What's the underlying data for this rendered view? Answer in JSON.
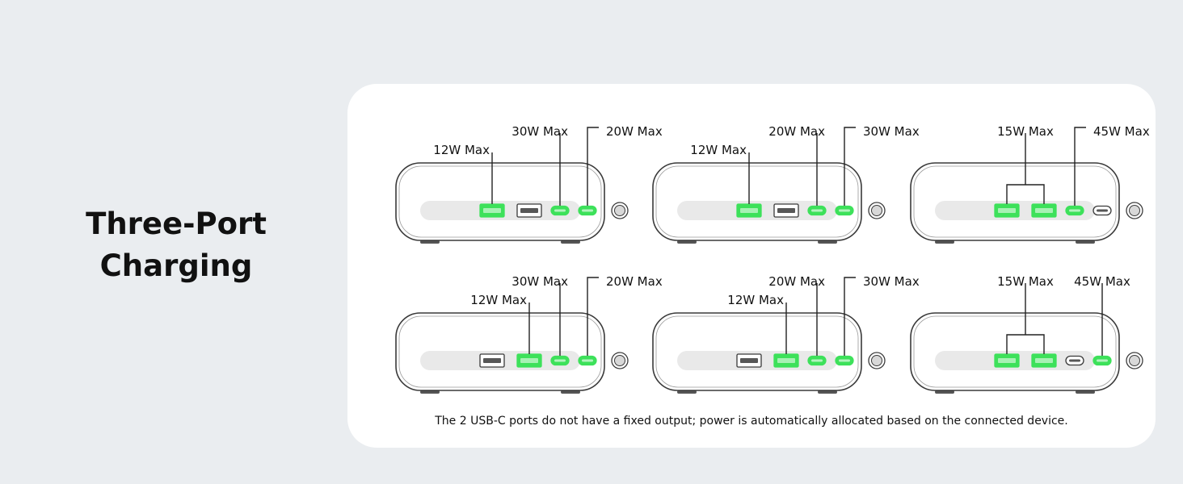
{
  "headline": {
    "line1": "Three-Port",
    "line2": "Charging"
  },
  "colors": {
    "active_port": "#3de15a",
    "outline": "#3a3a3a",
    "background": "#eaedf0",
    "panel": "#ffffff"
  },
  "configs": [
    {
      "ports": [
        "usb-a-active",
        "usb-a",
        "usb-c-active",
        "usb-c-active",
        "button"
      ],
      "labels": [
        {
          "text": "12W Max",
          "port": 0,
          "style": "left-low"
        },
        {
          "text": "30W Max",
          "port": 2,
          "style": "left"
        },
        {
          "text": "20W Max",
          "port": 3,
          "style": "right"
        }
      ]
    },
    {
      "ports": [
        "usb-a-active",
        "usb-a",
        "usb-c-active",
        "usb-c-active",
        "button"
      ],
      "labels": [
        {
          "text": "12W Max",
          "port": 0,
          "style": "left-low"
        },
        {
          "text": "20W Max",
          "port": 2,
          "style": "left"
        },
        {
          "text": "30W Max",
          "port": 3,
          "style": "right"
        }
      ]
    },
    {
      "ports": [
        "usb-a-active",
        "usb-a-active",
        "usb-c-active",
        "usb-c",
        "button"
      ],
      "labels": [
        {
          "text": "15W Max",
          "ports": [
            0,
            1
          ],
          "style": "bracket"
        },
        {
          "text": "45W Max",
          "port": 2,
          "style": "right"
        }
      ]
    },
    {
      "ports": [
        "usb-a",
        "usb-a-active",
        "usb-c-active",
        "usb-c-active",
        "button"
      ],
      "labels": [
        {
          "text": "12W Max",
          "port": 1,
          "style": "left-low"
        },
        {
          "text": "30W Max",
          "port": 2,
          "style": "left"
        },
        {
          "text": "20W Max",
          "port": 3,
          "style": "right"
        }
      ]
    },
    {
      "ports": [
        "usb-a",
        "usb-a-active",
        "usb-c-active",
        "usb-c-active",
        "button"
      ],
      "labels": [
        {
          "text": "12W Max",
          "port": 1,
          "style": "left-low"
        },
        {
          "text": "20W Max",
          "port": 2,
          "style": "left"
        },
        {
          "text": "30W Max",
          "port": 3,
          "style": "right"
        }
      ]
    },
    {
      "ports": [
        "usb-a-active",
        "usb-a-active",
        "usb-c",
        "usb-c-active",
        "button"
      ],
      "labels": [
        {
          "text": "15W Max",
          "ports": [
            0,
            1
          ],
          "style": "bracket"
        },
        {
          "text": "45W Max",
          "port": 3,
          "style": "above"
        }
      ]
    }
  ],
  "note": "The 2 USB-C ports do not have a fixed output; power is automatically allocated based on the connected device."
}
